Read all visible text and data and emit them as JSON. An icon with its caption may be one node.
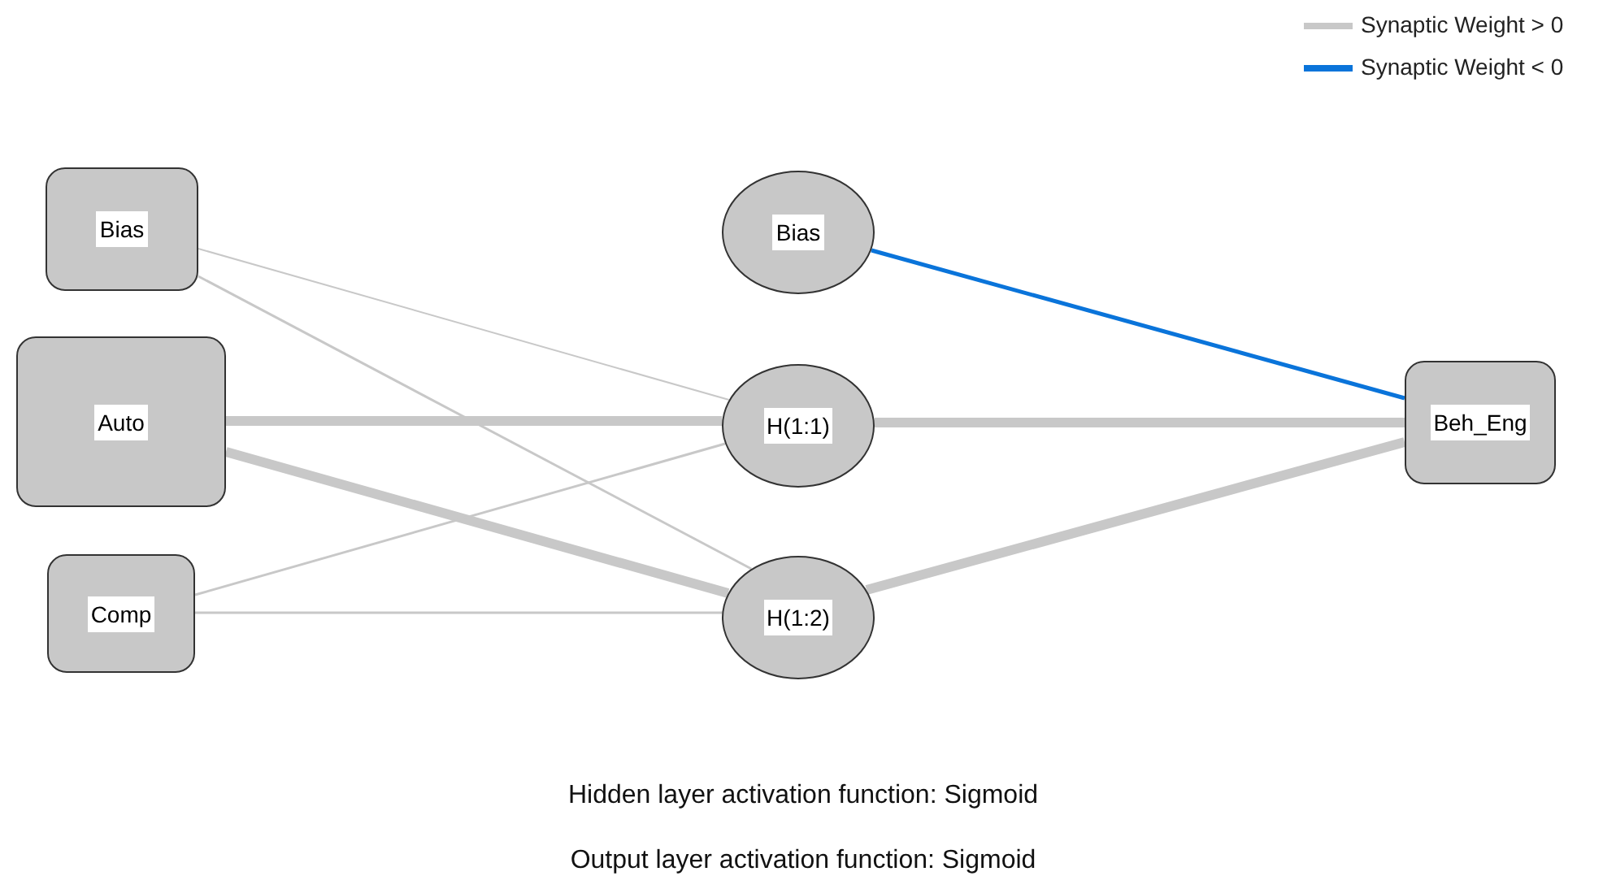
{
  "diagram": {
    "nodes": [
      {
        "text": [
          "Bias"
        ]
      },
      {
        "text": [
          "Auto"
        ]
      },
      {
        "text": [
          "Comp"
        ]
      },
      {
        "text": [
          "Bias"
        ]
      },
      {
        "text": [
          "H(1:1)"
        ]
      },
      {
        "text": [
          "H(1:2)"
        ]
      },
      {
        "text": [
          "Beh_Eng"
        ]
      }
    ],
    "edges": [
      {
        "from": 0,
        "to": 4,
        "arrow": "none"
      },
      {
        "from": 0,
        "to": 5,
        "arrow": "none"
      },
      {
        "from": 1,
        "to": 4,
        "arrow": "none",
        "style": "thick"
      },
      {
        "from": 1,
        "to": 5,
        "arrow": "none",
        "style": "thick"
      },
      {
        "from": 2,
        "to": 4,
        "arrow": "none"
      },
      {
        "from": 2,
        "to": 5,
        "arrow": "none"
      },
      {
        "from": 3,
        "to": 6,
        "arrow": "none",
        "color": "#0a74da"
      },
      {
        "from": 4,
        "to": 6,
        "arrow": "none",
        "style": "thick"
      },
      {
        "from": 5,
        "to": 6,
        "arrow": "none",
        "style": "thick"
      }
    ],
    "labels": [
      "Hidden layer activation function: Sigmoid",
      "Output layer activation function: Sigmoid"
    ],
    "legend": [
      {
        "text": "Synaptic Weight > 0"
      },
      {
        "text": "Synaptic Weight < 0"
      }
    ]
  }
}
